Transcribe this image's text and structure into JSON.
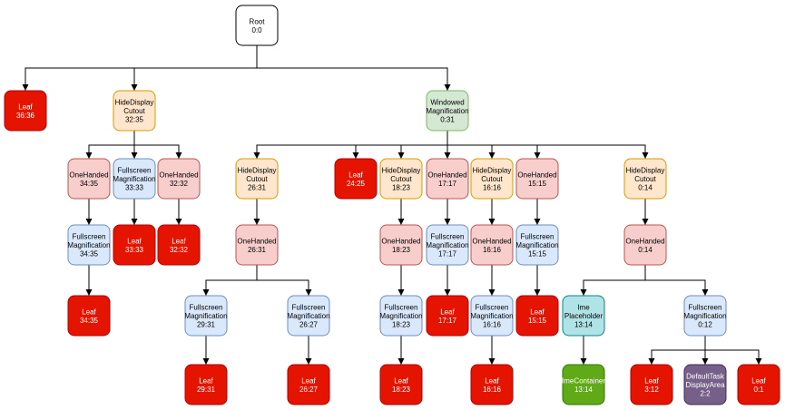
{
  "colors": {
    "root": {
      "fill": "#ffffff",
      "stroke": "#000000",
      "text": "#000000"
    },
    "leaf": {
      "fill": "#e51400",
      "stroke": "#b20000",
      "text": "#ffffff"
    },
    "hide": {
      "fill": "#ffe6cc",
      "stroke": "#d79b00",
      "text": "#000000"
    },
    "one": {
      "fill": "#f8cecc",
      "stroke": "#b85450",
      "text": "#000000"
    },
    "full": {
      "fill": "#dae8fc",
      "stroke": "#6c8ebf",
      "text": "#000000"
    },
    "win": {
      "fill": "#d5e8d4",
      "stroke": "#82b366",
      "text": "#000000"
    },
    "ime": {
      "fill": "#b0e3e6",
      "stroke": "#0e8088",
      "text": "#000000"
    },
    "imecon": {
      "fill": "#60a917",
      "stroke": "#2d7600",
      "text": "#ffffff"
    },
    "dta": {
      "fill": "#76608a",
      "stroke": "#432d57",
      "text": "#ffffff"
    }
  },
  "nodes": [
    {
      "id": "root",
      "kind": "root",
      "lines": [
        "Root",
        "0:0"
      ]
    },
    {
      "id": "leaf_36_36",
      "kind": "leaf",
      "lines": [
        "Leaf",
        "36:36"
      ]
    },
    {
      "id": "hide_32_35",
      "kind": "hide",
      "lines": [
        "HideDisplay",
        "Cutout",
        "32:35"
      ]
    },
    {
      "id": "win_0_31",
      "kind": "win",
      "lines": [
        "Windowed",
        "Magnification",
        "0:31"
      ]
    },
    {
      "id": "one_34_35",
      "kind": "one",
      "lines": [
        "OneHanded",
        "34:35"
      ]
    },
    {
      "id": "full_33_33",
      "kind": "full",
      "lines": [
        "Fullscreen",
        "Magnification",
        "33:33"
      ]
    },
    {
      "id": "one_32_32",
      "kind": "one",
      "lines": [
        "OneHanded",
        "32:32"
      ]
    },
    {
      "id": "full_34_35",
      "kind": "full",
      "lines": [
        "Fullscreen",
        "Magnification",
        "34:35"
      ]
    },
    {
      "id": "leaf_33_33",
      "kind": "leaf",
      "lines": [
        "Leaf",
        "33:33"
      ]
    },
    {
      "id": "leaf_32_32",
      "kind": "leaf",
      "lines": [
        "Leaf",
        "32:32"
      ]
    },
    {
      "id": "leaf_34_35",
      "kind": "leaf",
      "lines": [
        "Leaf",
        "34:35"
      ]
    },
    {
      "id": "hide_26_31",
      "kind": "hide",
      "lines": [
        "HideDisplay",
        "Cutout",
        "26:31"
      ]
    },
    {
      "id": "leaf_24_25",
      "kind": "leaf",
      "lines": [
        "Leaf",
        "24:25"
      ]
    },
    {
      "id": "hide_18_23",
      "kind": "hide",
      "lines": [
        "HideDisplay",
        "Cutout",
        "18:23"
      ]
    },
    {
      "id": "one_17_17",
      "kind": "one",
      "lines": [
        "OneHanded",
        "17:17"
      ]
    },
    {
      "id": "hide_16_16",
      "kind": "hide",
      "lines": [
        "HideDisplay",
        "Cutout",
        "16:16"
      ]
    },
    {
      "id": "one_15_15",
      "kind": "one",
      "lines": [
        "OneHanded",
        "15:15"
      ]
    },
    {
      "id": "hide_0_14",
      "kind": "hide",
      "lines": [
        "HideDisplay",
        "Cutout",
        "0:14"
      ]
    },
    {
      "id": "one_26_31",
      "kind": "one",
      "lines": [
        "OneHanded",
        "26:31"
      ]
    },
    {
      "id": "one_18_23",
      "kind": "one",
      "lines": [
        "OneHanded",
        "18:23"
      ]
    },
    {
      "id": "full_17_17",
      "kind": "full",
      "lines": [
        "Fullscreen",
        "Magnification",
        "17:17"
      ]
    },
    {
      "id": "one_16_16",
      "kind": "one",
      "lines": [
        "OneHanded",
        "16:16"
      ]
    },
    {
      "id": "full_15_15",
      "kind": "full",
      "lines": [
        "Fullscreen",
        "Magnification",
        "15:15"
      ]
    },
    {
      "id": "one_0_14",
      "kind": "one",
      "lines": [
        "OneHanded",
        "0:14"
      ]
    },
    {
      "id": "full_29_31",
      "kind": "full",
      "lines": [
        "Fullscreen",
        "Magnification",
        "29:31"
      ]
    },
    {
      "id": "full_26_27",
      "kind": "full",
      "lines": [
        "Fullscreen",
        "Magnification",
        "26:27"
      ]
    },
    {
      "id": "full_18_23",
      "kind": "full",
      "lines": [
        "Fullscreen",
        "Magnification",
        "18:23"
      ]
    },
    {
      "id": "leaf_17_17",
      "kind": "leaf",
      "lines": [
        "Leaf",
        "17:17"
      ]
    },
    {
      "id": "full_16_16",
      "kind": "full",
      "lines": [
        "Fullscreen",
        "Magnification",
        "16:16"
      ]
    },
    {
      "id": "leaf_15_15",
      "kind": "leaf",
      "lines": [
        "Leaf",
        "15:15"
      ]
    },
    {
      "id": "ime_13_14",
      "kind": "ime",
      "lines": [
        "Ime",
        "Placeholder",
        "13:14"
      ]
    },
    {
      "id": "full_0_12",
      "kind": "full",
      "lines": [
        "Fullscreen",
        "Magnification",
        "0:12"
      ]
    },
    {
      "id": "leaf_29_31",
      "kind": "leaf",
      "lines": [
        "Leaf",
        "29:31"
      ]
    },
    {
      "id": "leaf_26_27",
      "kind": "leaf",
      "lines": [
        "Leaf",
        "26:27"
      ]
    },
    {
      "id": "leaf_18_23",
      "kind": "leaf",
      "lines": [
        "Leaf",
        "18:23"
      ]
    },
    {
      "id": "leaf_16_16",
      "kind": "leaf",
      "lines": [
        "Leaf",
        "16:16"
      ]
    },
    {
      "id": "imecon_13_14",
      "kind": "imecon",
      "lines": [
        "ImeContainer",
        "13:14"
      ]
    },
    {
      "id": "leaf_3_12",
      "kind": "leaf",
      "lines": [
        "Leaf",
        "3:12"
      ]
    },
    {
      "id": "dta_2_2",
      "kind": "dta",
      "lines": [
        "DefaultTask",
        "DisplayArea",
        "2:2"
      ]
    },
    {
      "id": "leaf_0_1",
      "kind": "leaf",
      "lines": [
        "Leaf",
        "0:1"
      ]
    }
  ],
  "edges": [
    [
      "root",
      "leaf_36_36"
    ],
    [
      "root",
      "hide_32_35"
    ],
    [
      "root",
      "win_0_31"
    ],
    [
      "hide_32_35",
      "one_34_35"
    ],
    [
      "hide_32_35",
      "full_33_33"
    ],
    [
      "hide_32_35",
      "one_32_32"
    ],
    [
      "one_34_35",
      "full_34_35"
    ],
    [
      "full_34_35",
      "leaf_34_35"
    ],
    [
      "full_33_33",
      "leaf_33_33"
    ],
    [
      "one_32_32",
      "leaf_32_32"
    ],
    [
      "win_0_31",
      "hide_26_31"
    ],
    [
      "win_0_31",
      "leaf_24_25"
    ],
    [
      "win_0_31",
      "hide_18_23"
    ],
    [
      "win_0_31",
      "one_17_17"
    ],
    [
      "win_0_31",
      "hide_16_16"
    ],
    [
      "win_0_31",
      "one_15_15"
    ],
    [
      "win_0_31",
      "hide_0_14"
    ],
    [
      "hide_26_31",
      "one_26_31"
    ],
    [
      "one_26_31",
      "full_29_31"
    ],
    [
      "one_26_31",
      "full_26_27"
    ],
    [
      "full_29_31",
      "leaf_29_31"
    ],
    [
      "full_26_27",
      "leaf_26_27"
    ],
    [
      "hide_18_23",
      "one_18_23"
    ],
    [
      "one_18_23",
      "full_18_23"
    ],
    [
      "full_18_23",
      "leaf_18_23"
    ],
    [
      "one_17_17",
      "full_17_17"
    ],
    [
      "full_17_17",
      "leaf_17_17"
    ],
    [
      "hide_16_16",
      "one_16_16"
    ],
    [
      "one_16_16",
      "full_16_16"
    ],
    [
      "full_16_16",
      "leaf_16_16"
    ],
    [
      "one_15_15",
      "full_15_15"
    ],
    [
      "full_15_15",
      "leaf_15_15"
    ],
    [
      "hide_0_14",
      "one_0_14"
    ],
    [
      "one_0_14",
      "ime_13_14"
    ],
    [
      "one_0_14",
      "full_0_12"
    ],
    [
      "ime_13_14",
      "imecon_13_14"
    ],
    [
      "full_0_12",
      "leaf_3_12"
    ],
    [
      "full_0_12",
      "dta_2_2"
    ],
    [
      "full_0_12",
      "leaf_0_1"
    ]
  ]
}
